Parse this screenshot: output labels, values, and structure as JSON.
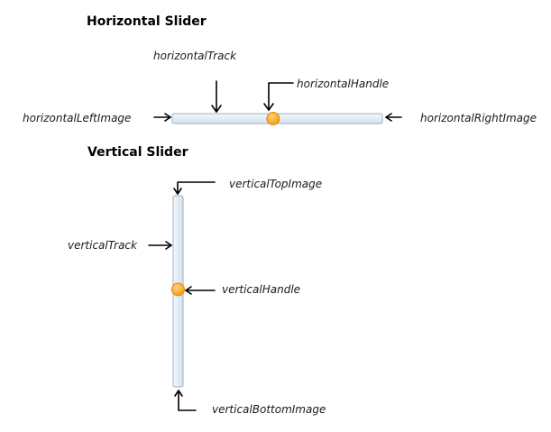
{
  "horizontal": {
    "title": "Horizontal Slider",
    "track_label": "horizontalTrack",
    "handle_label": "horizontalHandle",
    "left_label": "horizontalLeftImage",
    "right_label": "horizontalRightImage",
    "handle_position": 0.48
  },
  "vertical": {
    "title": "Vertical Slider",
    "top_label": "verticalTopImage",
    "track_label": "verticalTrack",
    "handle_label": "verticalHandle",
    "bottom_label": "verticalBottomImage",
    "handle_position": 0.49
  },
  "colors": {
    "track_fill": "#e4edf6",
    "track_stroke": "#9db2c6",
    "handle_fill": "#f6a623",
    "handle_stroke": "#e08a0a",
    "arrow": "#000000"
  }
}
